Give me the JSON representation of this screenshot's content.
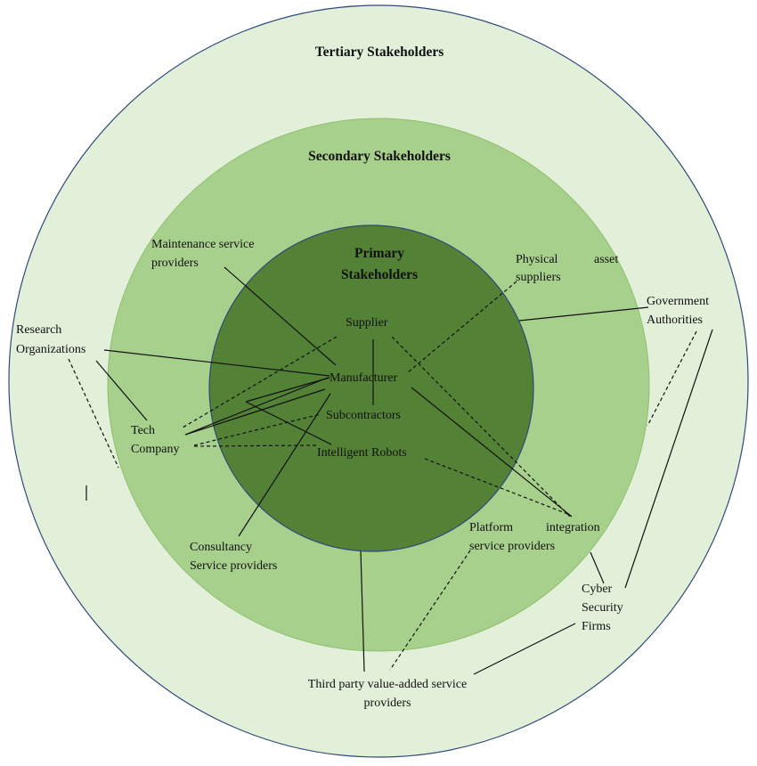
{
  "colors": {
    "tertiary": "#e2efd9",
    "secondary": "#a8d08d",
    "primary": "#538135",
    "ring_stroke": "#2f4a7a"
  },
  "rings": {
    "tertiary": "Tertiary Stakeholders",
    "secondary": "Secondary Stakeholders",
    "primary_line1": "Primary",
    "primary_line2": "Stakeholders"
  },
  "primary": {
    "supplier": "Supplier",
    "manufacturer": "Manufacturer",
    "subcontractors": "Subcontractors",
    "robots": "Intelligent Robots"
  },
  "secondary": {
    "maintenance_1": "Maintenance service",
    "maintenance_2": "providers",
    "physical_1": "Physical",
    "physical_2": "asset",
    "physical_3": "suppliers",
    "tech_1": "Tech",
    "tech_2": "Company",
    "consultancy_1": "Consultancy",
    "consultancy_2": "Service providers",
    "platform_1": "Platform",
    "platform_2": "integration",
    "platform_3": "service providers"
  },
  "tertiary": {
    "research_1": "Research",
    "research_2": "Organizations",
    "government_1": "Government",
    "government_2": "Authorities",
    "cyber_1": "Cyber",
    "cyber_2": "Security",
    "cyber_3": "Firms",
    "thirdparty_1": "Third party value-added service",
    "thirdparty_2": "providers"
  }
}
